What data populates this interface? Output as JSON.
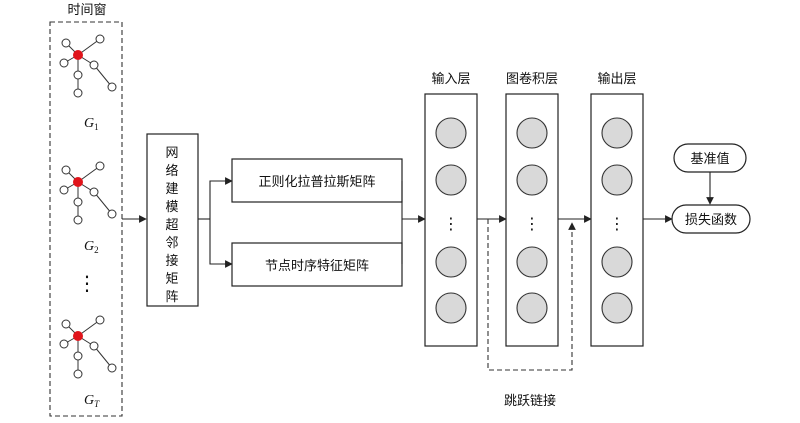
{
  "time_window": {
    "title": "时间窗",
    "graphs": [
      {
        "label_main": "G",
        "label_sub": "1"
      },
      {
        "label_main": "G",
        "label_sub": "2"
      },
      {
        "label_main": "G",
        "label_sub": "T"
      }
    ],
    "ellipsis": "⋮"
  },
  "supra_adjacency_box": {
    "chars": [
      "网",
      "络",
      "建",
      "模",
      "超",
      "邻",
      "接",
      "矩",
      "阵"
    ]
  },
  "matrix_boxes": {
    "laplacian": "正则化拉普拉斯矩阵",
    "node_temporal": "节点时序特征矩阵"
  },
  "layers": {
    "input": "输入层",
    "conv": "图卷积层",
    "output": "输出层",
    "ellipsis": "⋮"
  },
  "benchmark": "基准值",
  "loss": "损失函数",
  "skip_connection": "跳跃链接",
  "colors": {
    "center_node": "#e0141b",
    "layer_node": "#d9d9d9"
  }
}
